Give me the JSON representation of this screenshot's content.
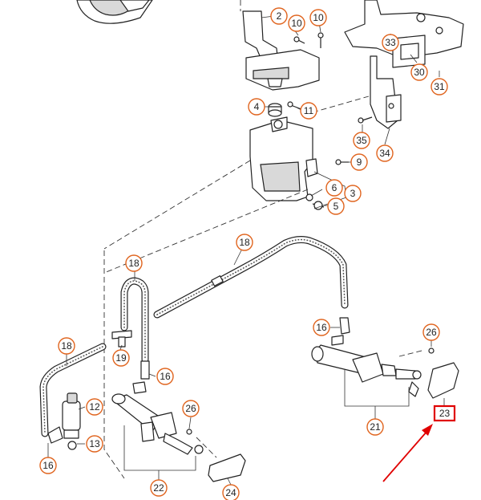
{
  "callouts": {
    "c2": "2",
    "c10a": "10",
    "c10b": "10",
    "c33": "33",
    "c30": "30",
    "c31": "31",
    "c4": "4",
    "c11": "11",
    "c35": "35",
    "c34": "34",
    "c9": "9",
    "c6": "6",
    "c3": "3",
    "c5": "5",
    "c18a": "18",
    "c18b": "18",
    "c18c": "18",
    "c16a": "16",
    "c26a": "26",
    "c19": "19",
    "c16b": "16",
    "c12": "12",
    "c13": "13",
    "c16c": "16",
    "c26b": "26",
    "c21": "21",
    "c22": "22",
    "c24": "24",
    "c23": "23"
  },
  "highlighted_part": "23",
  "colors": {
    "callout_ring": "#e0641e",
    "highlight": "#e00000",
    "arrow": "#e00000"
  }
}
